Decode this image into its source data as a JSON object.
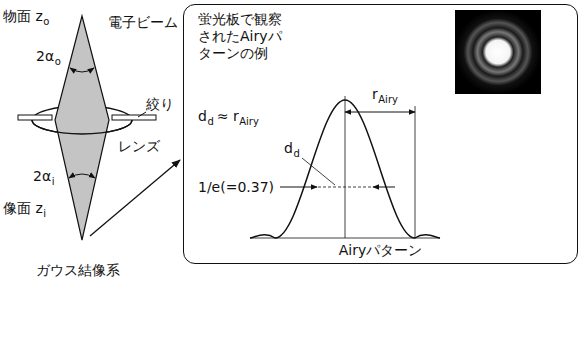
{
  "diagram": {
    "nodes": [
      {
        "text": [
          "蛍光板で観察されたAiryパターンの例",
          "Airyパターン"
        ]
      }
    ],
    "labels": [
      "物面 z",
      "o",
      "電子ビーム",
      "2α",
      "o",
      "絞り",
      "レンズ",
      "2α",
      "i",
      "像面 z",
      "i",
      "ガウス結像系",
      "d",
      "d",
      "≈ r",
      "Airy",
      "r",
      "Airy",
      "d",
      "d",
      "1/e(=0.37)"
    ]
  }
}
